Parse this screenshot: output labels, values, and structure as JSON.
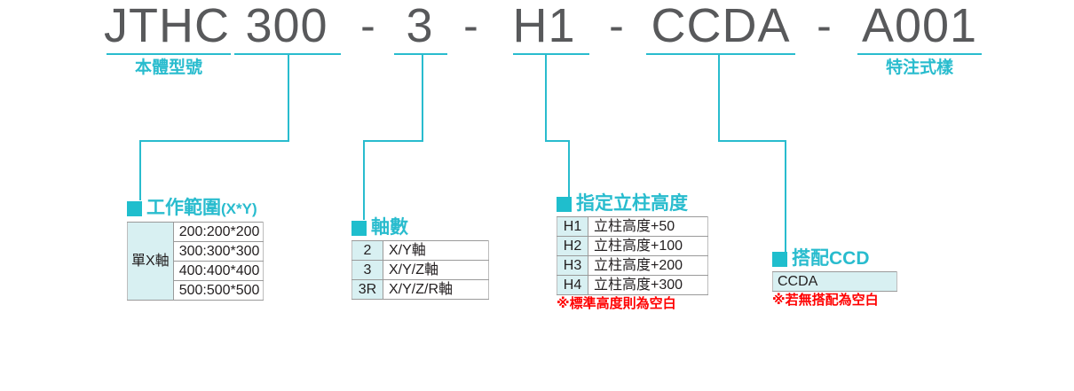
{
  "accent_color": "#29bcce",
  "marker_color": "#1fbecd",
  "code_text_color": "#58595b",
  "note_color": "#ff0000",
  "cell_fill_color": "#d8f0f2",
  "model_code": {
    "segments": [
      {
        "text": "JTHC",
        "caption": "本體型號"
      },
      {
        "text": "300",
        "caption": ""
      },
      {
        "text": "-",
        "caption": ""
      },
      {
        "text": "3",
        "caption": ""
      },
      {
        "text": "-",
        "caption": ""
      },
      {
        "text": "H1",
        "caption": ""
      },
      {
        "text": "-",
        "caption": ""
      },
      {
        "text": "CCDA",
        "caption": ""
      },
      {
        "text": "-",
        "caption": ""
      },
      {
        "text": "A001",
        "caption": "特注式樣"
      }
    ]
  },
  "blocks": {
    "range": {
      "title": "工作範圍",
      "title_suffix": "(X*Y)",
      "key_label": "單X軸",
      "values": [
        "200:200*200",
        "300:300*300",
        "400:400*400",
        "500:500*500"
      ]
    },
    "axis": {
      "title": "軸數",
      "rows": [
        {
          "key": "2",
          "value": "X/Y軸"
        },
        {
          "key": "3",
          "value": "X/Y/Z軸"
        },
        {
          "key": "3R",
          "value": "X/Y/Z/R軸"
        }
      ]
    },
    "height": {
      "title": "指定立柱高度",
      "rows": [
        {
          "key": "H1",
          "value": "立柱高度+50"
        },
        {
          "key": "H2",
          "value": "立柱高度+100"
        },
        {
          "key": "H3",
          "value": "立柱高度+200"
        },
        {
          "key": "H4",
          "value": "立柱高度+300"
        }
      ],
      "note": "※標準高度則為空白"
    },
    "ccd": {
      "title": "搭配CCD",
      "rows": [
        {
          "value": "CCDA"
        }
      ],
      "note": "※若無搭配為空白"
    }
  }
}
